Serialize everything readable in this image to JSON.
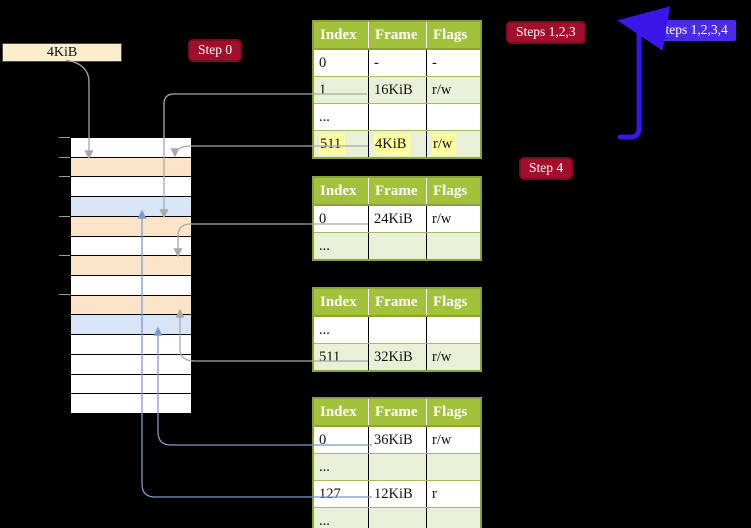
{
  "frame_size_label": "4KiB",
  "badges": {
    "step0": {
      "label": "Step 0",
      "color": "#a30e2d"
    },
    "steps123": {
      "label": "Steps 1,2,3",
      "color": "#a30e2d"
    },
    "steps1234": {
      "label": "Steps 1,2,3,4",
      "color": "#4a2bea"
    },
    "step4": {
      "label": "Step 4",
      "color": "#a30e2d"
    }
  },
  "memory_strip": {
    "rows": [
      "white",
      "peach",
      "white",
      "blue",
      "peach",
      "white",
      "peach",
      "white",
      "peach",
      "blue",
      "white",
      "white",
      "white",
      "white"
    ],
    "tick_positions": [
      0,
      1,
      2,
      4,
      6,
      8
    ]
  },
  "tables": [
    {
      "name": "page-table-1",
      "headers": [
        "Index",
        "Frame",
        "Flags"
      ],
      "rows": [
        {
          "cells": [
            "0",
            "-",
            "-"
          ],
          "shaded": false,
          "highlight": false
        },
        {
          "cells": [
            "1",
            "16KiB",
            "r/w"
          ],
          "shaded": true,
          "highlight": false
        },
        {
          "cells": [
            "...",
            "",
            ""
          ],
          "shaded": false,
          "highlight": false
        },
        {
          "cells": [
            "511",
            "4KiB",
            "r/w"
          ],
          "shaded": true,
          "highlight": true
        }
      ]
    },
    {
      "name": "page-table-2",
      "headers": [
        "Index",
        "Frame",
        "Flags"
      ],
      "rows": [
        {
          "cells": [
            "0",
            "24KiB",
            "r/w"
          ],
          "shaded": false,
          "highlight": false
        },
        {
          "cells": [
            "...",
            "",
            ""
          ],
          "shaded": true,
          "highlight": false
        }
      ]
    },
    {
      "name": "page-table-3",
      "headers": [
        "Index",
        "Frame",
        "Flags"
      ],
      "rows": [
        {
          "cells": [
            "...",
            "",
            ""
          ],
          "shaded": false,
          "highlight": false
        },
        {
          "cells": [
            "511",
            "32KiB",
            "r/w"
          ],
          "shaded": true,
          "highlight": false
        }
      ]
    },
    {
      "name": "page-table-4",
      "headers": [
        "Index",
        "Frame",
        "Flags"
      ],
      "rows": [
        {
          "cells": [
            "0",
            "36KiB",
            "r/w"
          ],
          "shaded": false,
          "highlight": false
        },
        {
          "cells": [
            "...",
            "",
            ""
          ],
          "shaded": true,
          "highlight": false
        },
        {
          "cells": [
            "127",
            "12KiB",
            "r"
          ],
          "shaded": false,
          "highlight": false
        },
        {
          "cells": [
            "...",
            "",
            ""
          ],
          "shaded": true,
          "highlight": false
        }
      ]
    }
  ],
  "connectors": [
    {
      "from": "4KiB label",
      "to": "frame at 4KiB (peach row 2)",
      "color": "#a8a8a8"
    },
    {
      "from": "page-table-1 entry 1/16KiB",
      "to": "frame at 16KiB (peach row 5)",
      "color": "#a8a8a8"
    },
    {
      "from": "page-table-1 entry 511/4KiB",
      "to": "frame at 4KiB (peach row 2)",
      "color": "#a8a8a8"
    },
    {
      "from": "page-table-2 entry 0/24KiB",
      "to": "frame at 24KiB (peach row 7)",
      "color": "#a8a8a8"
    },
    {
      "from": "page-table-3 entry 511/32KiB",
      "to": "frame at 32KiB (peach row 9)",
      "color": "#a8a8a8"
    },
    {
      "from": "page-table-4 entry 0/36KiB",
      "to": "frame at 36KiB (blue row 10)",
      "color": "#7e99cb"
    },
    {
      "from": "page-table-4 entry 127/12KiB",
      "to": "frame at 12KiB (blue row 4)",
      "color": "#7e99cb"
    },
    {
      "from": "recursive loop",
      "to": "up-left arrow beside Steps badges",
      "color": "#3a16e8"
    }
  ],
  "colors": {
    "background": "#000000",
    "table_header_green": "#a1c23a",
    "table_row_green": "#e9f0d8",
    "table_border_olive": "#8ba23a",
    "frame_peach": "#fce4c8",
    "frame_blue": "#d8e5f6",
    "highlight_yellow": "#ffff9d",
    "label_cream": "#fbeecd",
    "badge_red": "#a30e2d",
    "badge_blue": "#4a2bea",
    "arrow_blue": "#3a16e8",
    "connector_gray": "#a8a8a8",
    "connector_steel": "#7e99cb"
  }
}
